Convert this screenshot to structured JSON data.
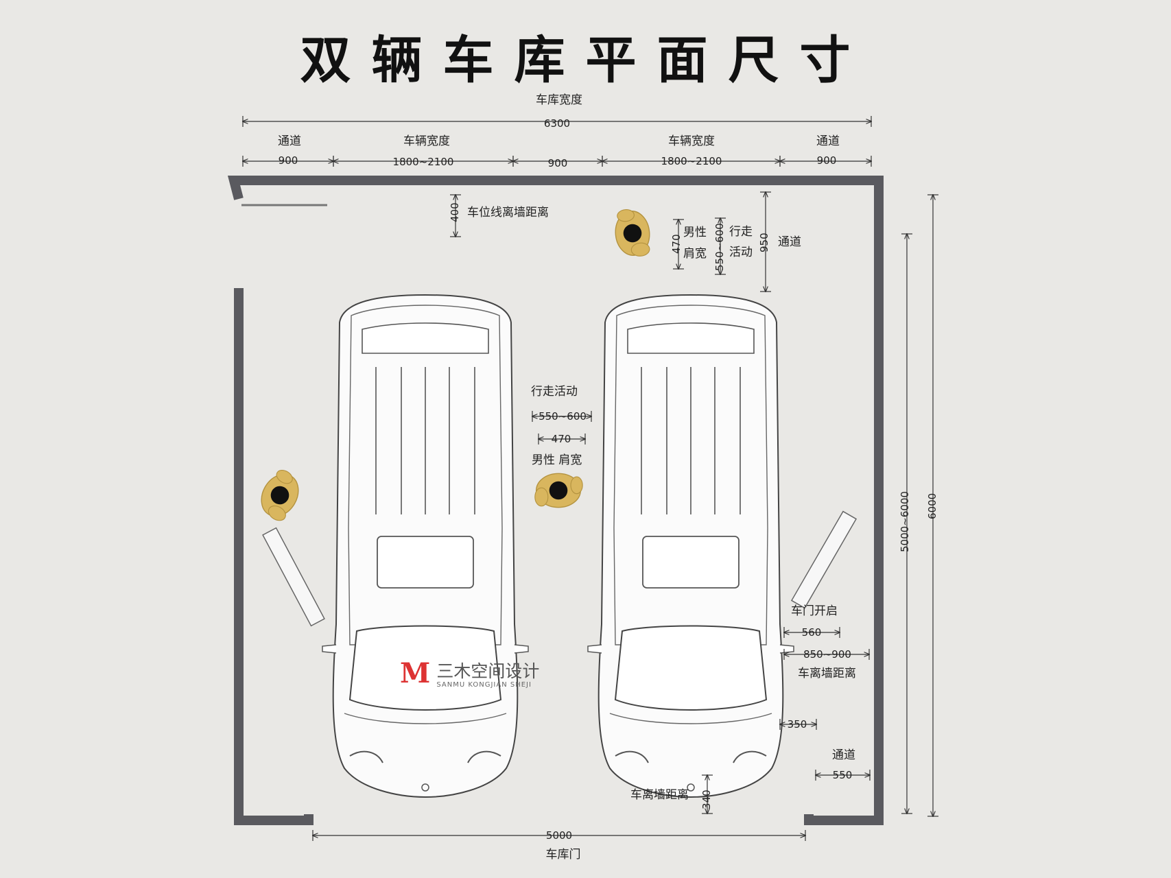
{
  "title": "双辆车库平面尺寸",
  "garage_width": {
    "label": "车库宽度",
    "value": "6300"
  },
  "top_segments": {
    "aisle_left_label": "通道",
    "aisle_left_value": "900",
    "car1_label": "车辆宽度",
    "car1_value": "1800~2100",
    "middle_value": "900",
    "car2_label": "车辆宽度",
    "car2_value": "1800~2100",
    "aisle_right_label": "通道",
    "aisle_right_value": "900"
  },
  "setback_top": {
    "value": "400",
    "label": "车位线离墙距离"
  },
  "person_top": {
    "shoulder_value": "470",
    "shoulder_label_1": "男性",
    "shoulder_label_2": "肩宽",
    "walk_value": "550~600",
    "walk_label_1": "行走",
    "walk_label_2": "活动",
    "aisle_value": "950",
    "aisle_label": "通道"
  },
  "between_cars": {
    "walk_label": "行走活动",
    "walk_value": "550~600",
    "shoulder_value": "470",
    "shoulder_label": "男性 肩宽"
  },
  "door_open": {
    "label": "车门开启",
    "open_value": "560",
    "wall_value": "850~900",
    "wall_label": "车离墙距离"
  },
  "side_350": "350",
  "front_aisle": {
    "label": "通道",
    "value": "550"
  },
  "front_gap": {
    "label": "车离墙距离",
    "value": "340"
  },
  "door": {
    "value": "5000",
    "label": "车库门"
  },
  "depth_inner": "5000~6000",
  "depth_outer": "6000",
  "watermark": {
    "mark": "M",
    "cn": "三木空间设计",
    "en": "SANMU KONGJIAN SHEJI"
  },
  "colors": {
    "wall": "#5a5a5f",
    "person": "#d9b65e",
    "head": "#111111",
    "line": "#333333",
    "background": "#e9e8e5"
  }
}
